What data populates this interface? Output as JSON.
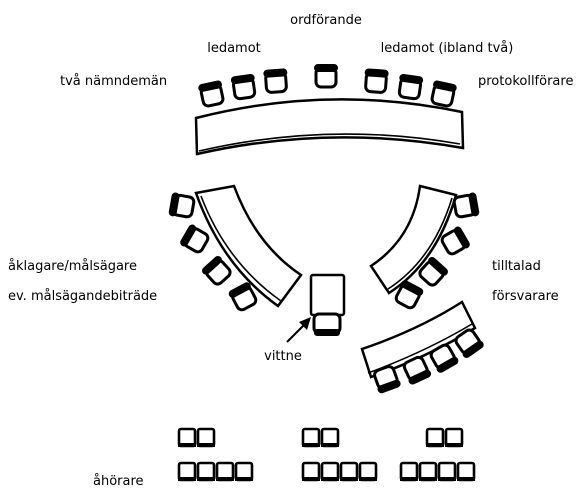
{
  "labels": {
    "chair": "ordförande",
    "judge_left": "ledamot",
    "judge_right": "ledamot (ibland två)",
    "lay_judges": "två nämndemän",
    "clerk": "protokollförare",
    "prosecutor": "åklagare/målsägare",
    "injured_party_counsel": "ev. målsägandebiträde",
    "defendant": "tilltalad",
    "defense": "försvarare",
    "witness": "vittne",
    "audience": "åhörare"
  }
}
